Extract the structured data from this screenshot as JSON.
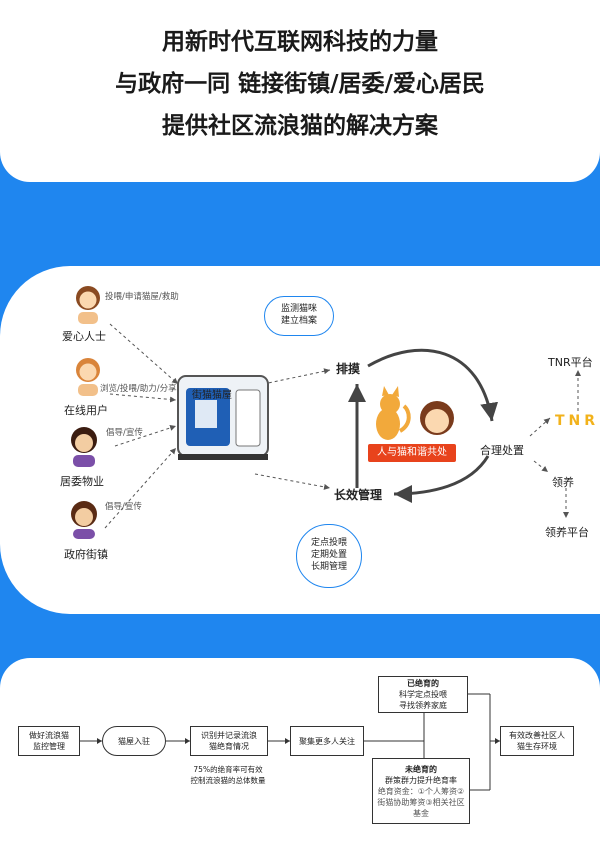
{
  "header": {
    "line1": "用新时代互联网科技的力量",
    "line2": "与政府一同 链接街镇/居委/爱心居民",
    "line3": "提供社区流浪猫的解决方案"
  },
  "operation": {
    "side_title": "街猫的运作模式",
    "actors": [
      {
        "name": "爱心人士",
        "action": "投喂/申请猫屋/救助"
      },
      {
        "name": "在线用户",
        "action": "浏览/投喂/助力/分享"
      },
      {
        "name": "居委物业",
        "action": "倡导/宣传"
      },
      {
        "name": "政府街镇",
        "action": "倡导/宣传"
      }
    ],
    "house_label": "街猫猫屋",
    "node_top": "排摸",
    "node_bottom": "长效管理",
    "bubble_top": [
      "监测猫咪",
      "建立档案"
    ],
    "bubble_bottom": [
      "定点投喂",
      "定期处置",
      "长期管理"
    ],
    "banner": "人与猫和谐共处",
    "handle": "合理处置",
    "tnr": "TNR",
    "tnr_platform": "TNR平台",
    "adopt": "领养",
    "adopt_platform": "领养平台",
    "colors": {
      "accent": "#1f86ef",
      "banner": "#e8431c",
      "tnr": "#f2b21b"
    }
  },
  "flow": {
    "b1": [
      "做好流浪猫",
      "监控管理"
    ],
    "b2": "猫屋入驻",
    "b3": [
      "识别并记录流浪",
      "猫绝育情况"
    ],
    "b4": "聚集更多人关注",
    "note": [
      "75%的绝育率可有效",
      "控制流浪猫的总体数量"
    ],
    "top_title": "已绝育的",
    "top_lines": [
      "科学定点投喂",
      "寻找领养家庭"
    ],
    "bottom_title": "未绝育的",
    "bottom_lines": [
      "群策群力提升绝育率",
      "绝育资金：①个人筹资②",
      "街猫协助筹资③相关社区",
      "基金"
    ],
    "b7": [
      "有效改善社区人",
      "猫生存环境"
    ]
  }
}
